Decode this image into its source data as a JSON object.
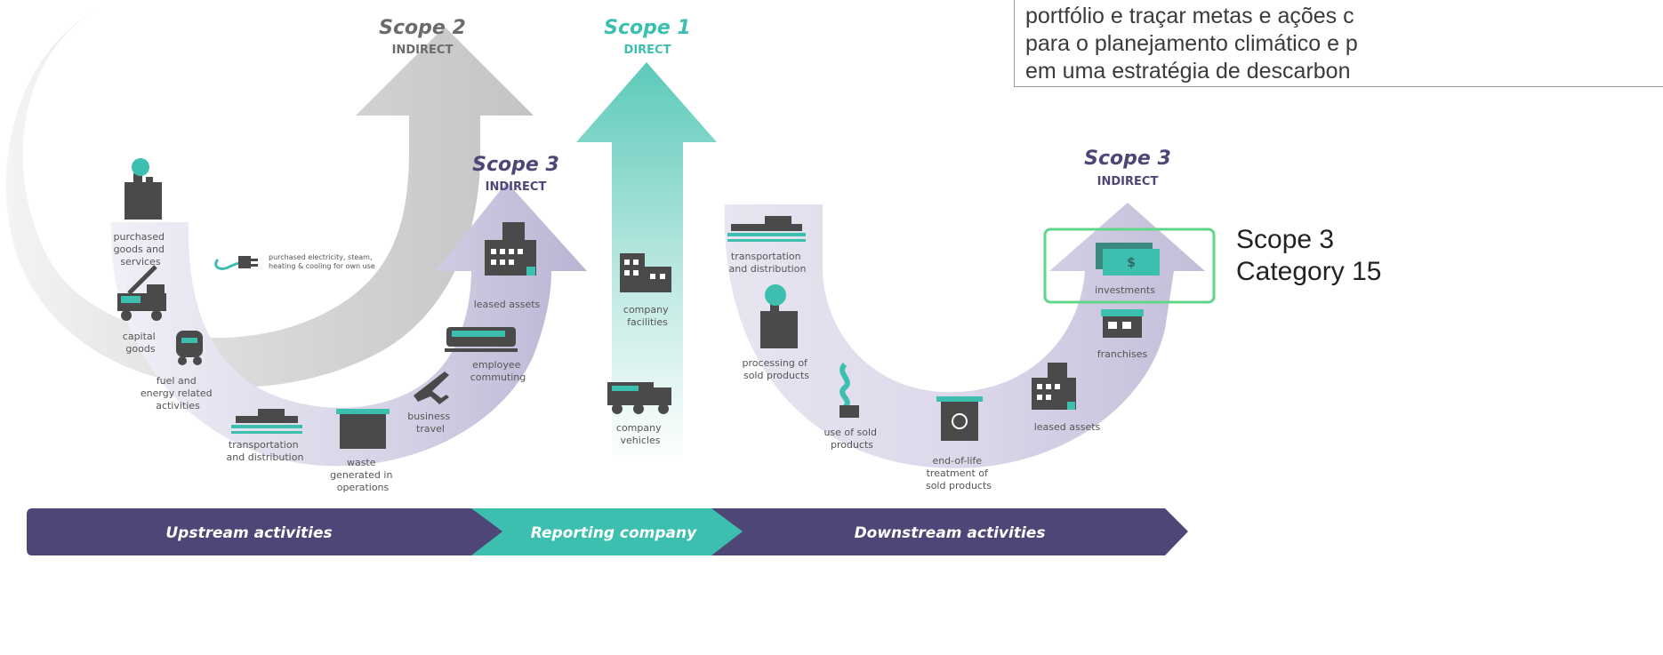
{
  "note": {
    "lines": [
      "portfólio e traçar metas e ações c",
      "para o planejamento climático e p",
      "em uma estratégia de descarbon"
    ]
  },
  "scopes": {
    "scope2": {
      "title": "Scope 2",
      "sub": "INDIRECT"
    },
    "scope1": {
      "title": "Scope 1",
      "sub": "DIRECT"
    },
    "scope3_up": {
      "title": "Scope 3",
      "sub": "INDIRECT"
    },
    "scope3_down": {
      "title": "Scope 3",
      "sub": "INDIRECT"
    }
  },
  "upstream": {
    "purchased_goods": [
      "purchased",
      "goods and",
      "services"
    ],
    "capital_goods": [
      "capital",
      "goods"
    ],
    "fuel": [
      "fuel and",
      "energy related",
      "activities"
    ],
    "transport": [
      "transportation",
      "and distribution"
    ],
    "waste": [
      "waste",
      "generated in",
      "operations"
    ],
    "business_travel": [
      "business",
      "travel"
    ],
    "commuting": [
      "employee",
      "commuting"
    ],
    "leased": [
      "leased assets"
    ]
  },
  "scope2_item": [
    "purchased electricity, steam,",
    "heating & cooling for own use"
  ],
  "company": {
    "facilities": [
      "company",
      "facilities"
    ],
    "vehicles": [
      "company",
      "vehicles"
    ]
  },
  "downstream": {
    "transport": [
      "transportation",
      "and distribution"
    ],
    "processing": [
      "processing of",
      "sold products"
    ],
    "use": [
      "use of sold",
      "products"
    ],
    "eol": [
      "end-of-life",
      "treatment of",
      "sold products"
    ],
    "leased": [
      "leased assets"
    ],
    "franchises": [
      "franchises"
    ],
    "investments": [
      "investments"
    ],
    "investment_symbol": "$"
  },
  "bar": {
    "upstream": "Upstream activities",
    "reporting": "Reporting company",
    "downstream": "Downstream activities"
  },
  "category_label": [
    "Scope 3",
    "Category 15"
  ],
  "colors": {
    "purple": "#4e4677",
    "teal": "#3cbfae",
    "gray": "#bdbdbd",
    "lavender": "#cfcbe0",
    "dark_icon": "#4a4a4a",
    "highlight": "#5fd68a"
  }
}
